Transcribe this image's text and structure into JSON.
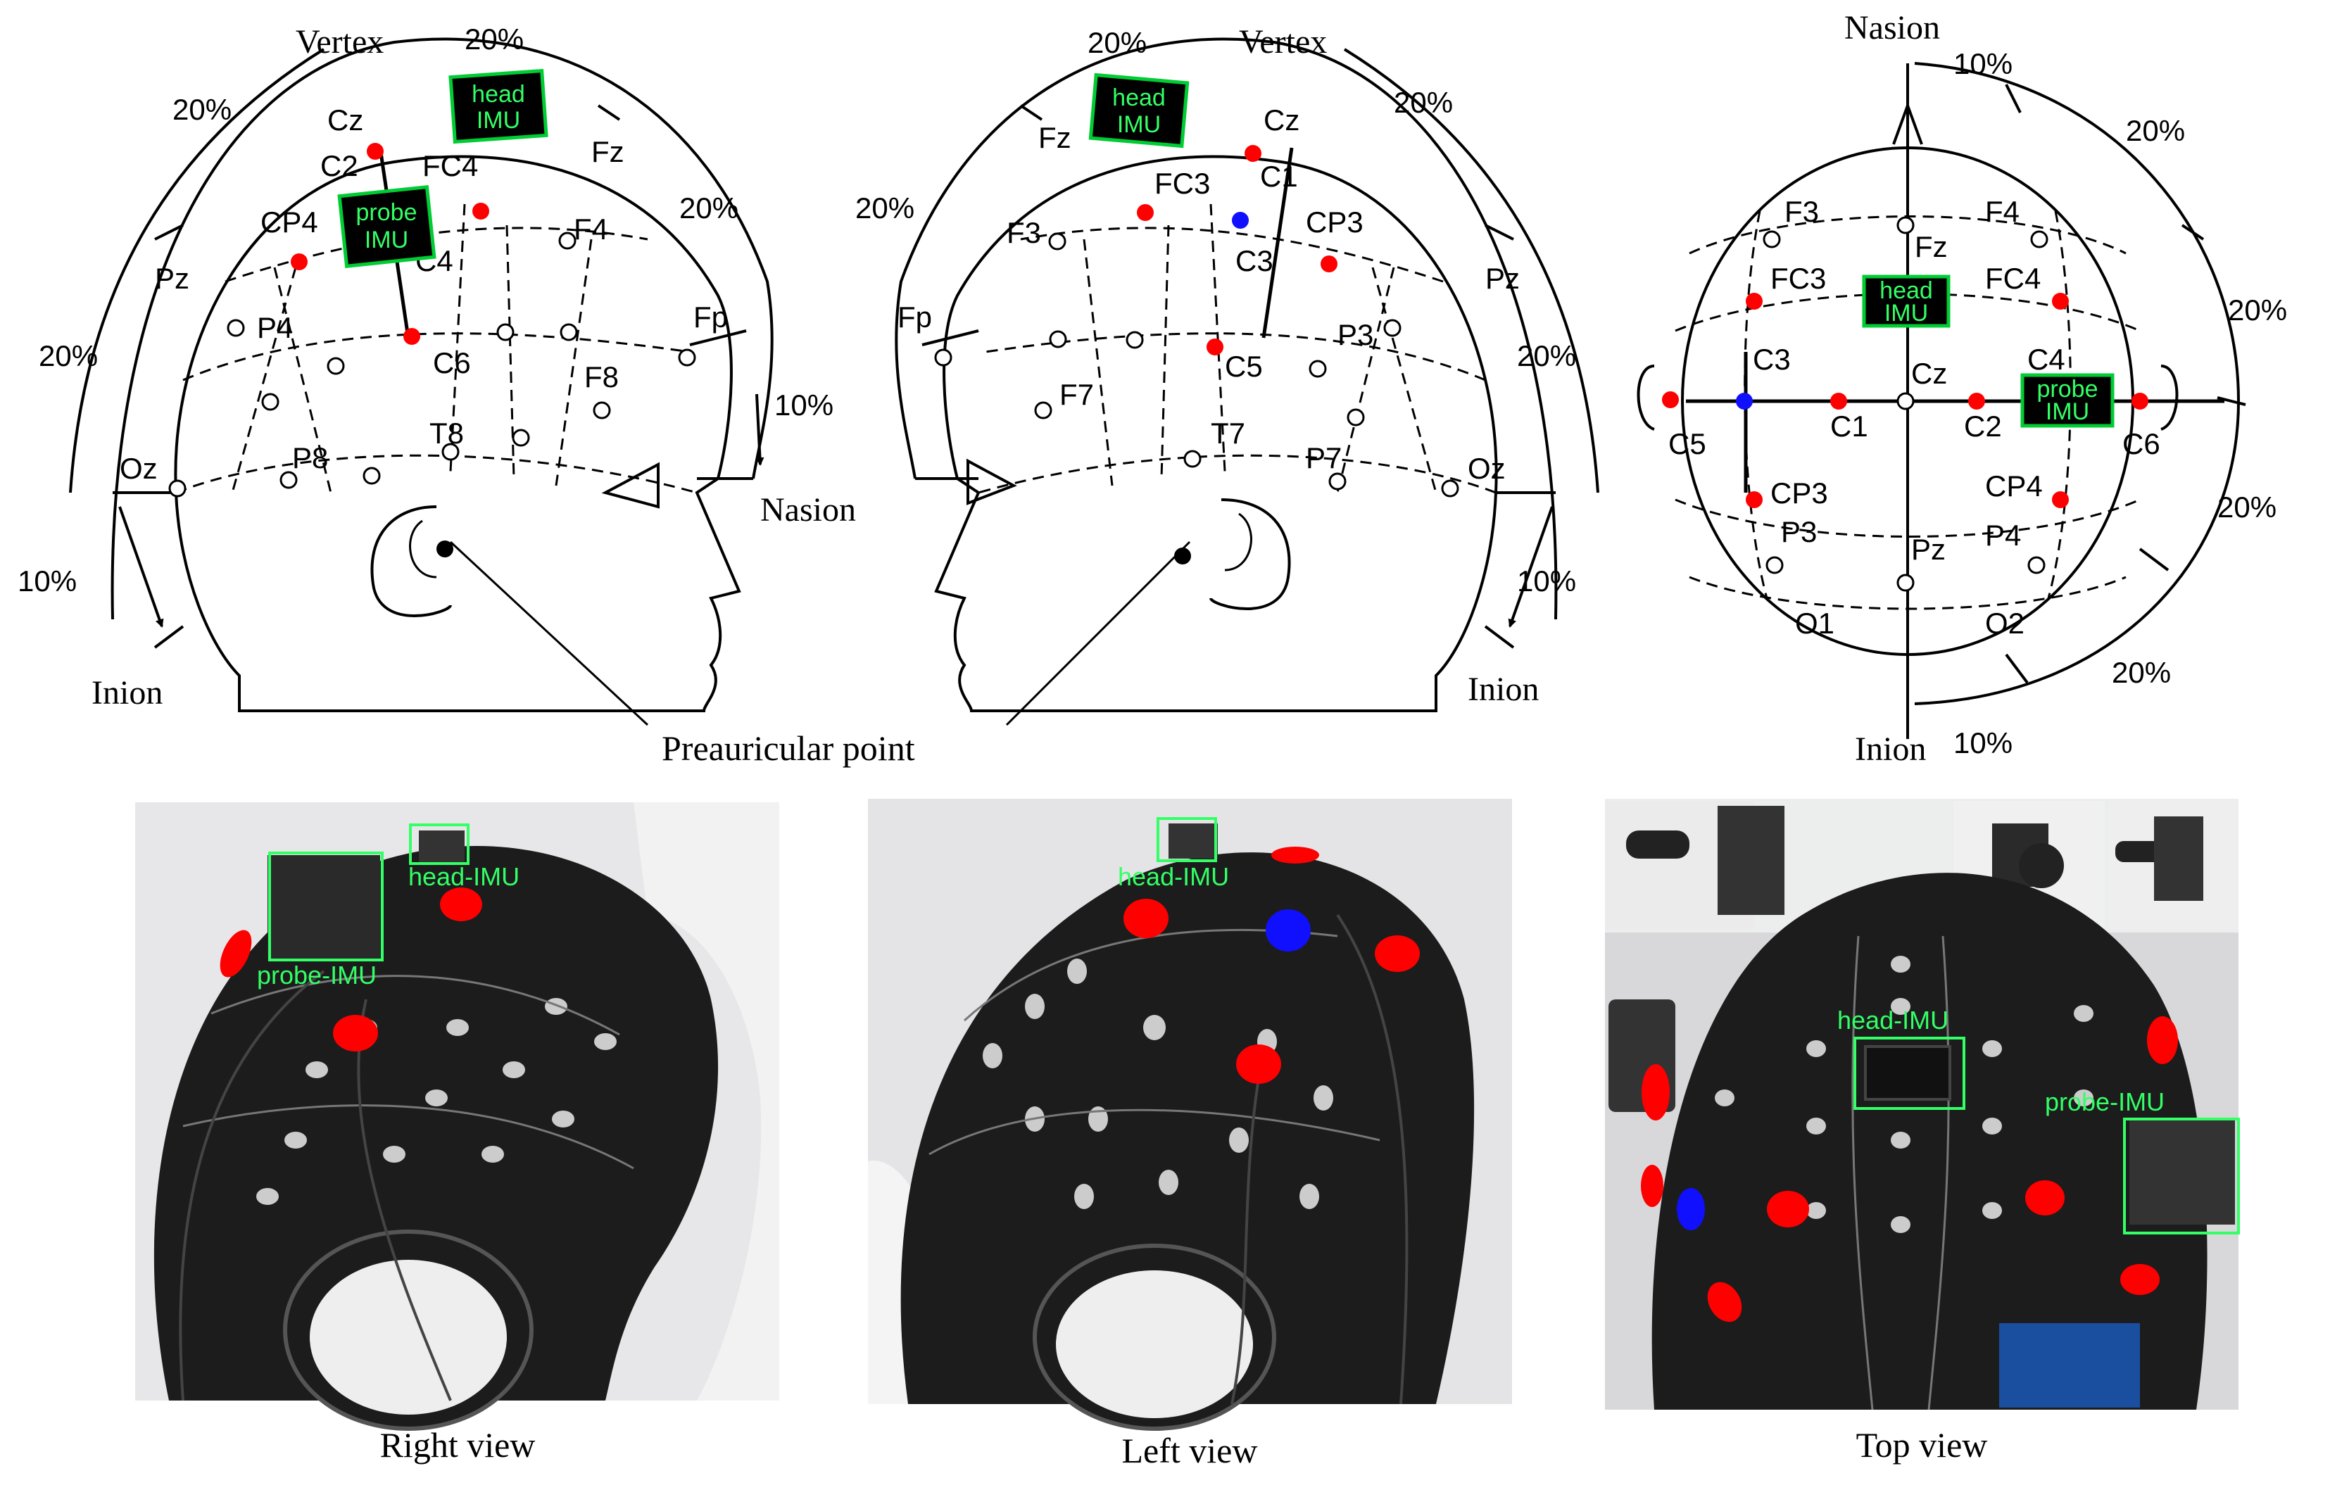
{
  "labels": {
    "vertex": "Vertex",
    "nasion": "Nasion",
    "inion": "Inion",
    "preauricular": "Preauricular point",
    "pct20": "20%",
    "pct10": "10%"
  },
  "imu": {
    "head_line1": "head",
    "head_line2": "IMU",
    "probe_line1": "probe",
    "probe_line2": "IMU",
    "head_tag": "head-IMU",
    "probe_tag": "probe-IMU"
  },
  "electrodes": {
    "Cz": "Cz",
    "C2": "C2",
    "C4": "C4",
    "C6": "C6",
    "C1": "C1",
    "C3": "C3",
    "C5": "C5",
    "FC4": "FC4",
    "FC3": "FC3",
    "CP4": "CP4",
    "CP3": "CP3",
    "F4": "F4",
    "F3": "F3",
    "F8": "F8",
    "F7": "F7",
    "Fz": "Fz",
    "Fp": "Fp",
    "Pz": "Pz",
    "P4": "P4",
    "P3": "P3",
    "P8": "P8",
    "P7": "P7",
    "T8": "T8",
    "T7": "T7",
    "Oz": "Oz",
    "O1": "O1",
    "O2": "O2"
  },
  "captions": {
    "right": "Right view",
    "left": "Left view",
    "top": "Top view"
  },
  "colors": {
    "active": "#ff0000",
    "reference": "#1010ff",
    "imu_box": "#00cc33",
    "imu_text": "#33ff66",
    "cap": "#1c1c1c"
  }
}
